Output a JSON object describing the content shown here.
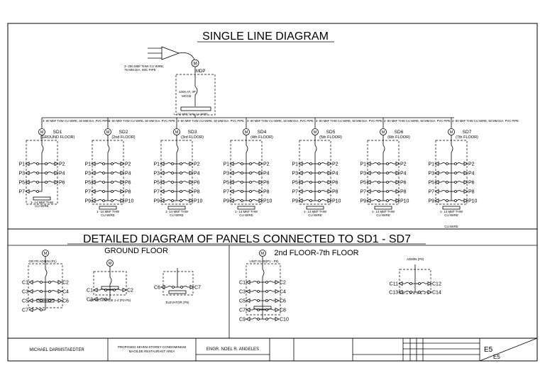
{
  "titles": {
    "main": "SINGLE LINE DIAGRAM",
    "detail": "DETAILED DIAGRAM OF PANELS CONNECTED TO SD1 - SD7",
    "ground": "GROUND FLOOR",
    "upper": "2nd FLOOR-7th FLOOR"
  },
  "service": {
    "wire_line1": "3- 250 MM² THW CU WIRE,",
    "wire_line2": "76 MM DIA. IMC PIPE",
    "mdp": "MDP",
    "breaker_line1": "1000 AT, 3P",
    "breaker_line2": "MCCB",
    "bus": "1- 100 MM² THW CU WIRE",
    "meter_symbol": "M"
  },
  "feeder_wire": "3- 80 MM² THW CU WIRE, 50 MM DIA. PVC PIPE",
  "sd_panels": [
    {
      "name": "SD1",
      "floor": "(GROUND FLOOR)",
      "feeder": "3- 80 MM² THW CU WIRE, 50 MM DIA. PVC PIPE",
      "right_labels": [
        "P2",
        "P4",
        "P6"
      ],
      "left_labels": [
        "P1",
        "P3",
        "P5",
        "P7"
      ],
      "wire": "1- 14 MM² THW CU WIRE"
    },
    {
      "name": "SD2",
      "floor": "(2nd FLOOR)",
      "feeder": "3- 80 MM² THW CU WIRE, 50 MM DIA. PVC PIPE",
      "right_labels": [
        "P2",
        "P4",
        "P6",
        "P8",
        "P10"
      ],
      "left_labels": [
        "P1",
        "P3",
        "P5",
        "P7",
        "P9"
      ],
      "wire": "1- 14 MM² THW CU WIRE"
    },
    {
      "name": "SD3",
      "floor": "(3rd FLOOR)",
      "feeder": "3- 80 MM² THW CU WIRE, 50 MM DIA. PVC PIPE",
      "right_labels": [
        "P2",
        "P4",
        "P6",
        "P8",
        "P10"
      ],
      "left_labels": [
        "P1",
        "P3",
        "P5",
        "P7",
        "P9"
      ],
      "wire": "1- 14 MM² THW CU WIRE"
    },
    {
      "name": "SD4",
      "floor": "(4th FLOOR)",
      "feeder": "3- 80 MM² THW CU WIRE, 50 MM DIA. PVC PIPE",
      "right_labels": [
        "P2",
        "P4",
        "P6",
        "P8",
        "P10"
      ],
      "left_labels": [
        "P1",
        "P3",
        "P5",
        "P7",
        "P9"
      ],
      "wire": "1- 14 MM² THW CU WIRE"
    },
    {
      "name": "SD5",
      "floor": "(5th FLOOR)",
      "feeder": "3- 80 MM² THW CU WIRE, 50 MM DIA. PVC PIPE",
      "right_labels": [
        "P2",
        "P4",
        "P6",
        "P8",
        "P10"
      ],
      "left_labels": [
        "P1",
        "P3",
        "P5",
        "P7",
        "P9"
      ],
      "wire": "1- 14 MM² THW CU WIRE"
    },
    {
      "name": "SD6",
      "floor": "(6th FLOOR)",
      "feeder": "3- 80 MM² THW CU WIRE, 50 MM DIA. PVC PIPE",
      "right_labels": [
        "P2",
        "P4",
        "P6",
        "P8",
        "P10"
      ],
      "left_labels": [
        "P1",
        "P3",
        "P5",
        "P7",
        "P9"
      ],
      "wire": "1- 14 MM² THW CU WIRE"
    },
    {
      "name": "SD7",
      "floor": "(7th FLOOR)",
      "feeder": "3- 80 MM² THW CU WIRE, 50 MM DIA. PVC PIPE",
      "right_labels": [
        "P2",
        "P4",
        "P6",
        "P8",
        "P10"
      ],
      "left_labels": [
        "P1",
        "P3",
        "P5",
        "P7",
        "P9"
      ],
      "wire": "1- 14 MM² THW CU WIRE"
    }
  ],
  "sd7_extra": "CU.WIRE",
  "detail_panels": {
    "admin_p1": {
      "label": "GR FR ADMIN (P1)",
      "left": [
        "C1",
        "C3",
        "C5",
        "C7"
      ],
      "right": [
        "C2",
        "C4",
        "C6"
      ]
    },
    "arcade": {
      "label": "GR FR ARCADE 1-4 (P2-P5)",
      "left": [
        "C1",
        "C3"
      ],
      "right": [
        "C2"
      ]
    },
    "elevator": {
      "label": "ELEVATOR (P6)",
      "left": [
        "C6"
      ],
      "right": [
        "C7"
      ]
    },
    "unit": {
      "label": "UNIT 01-08(P1 - P8)",
      "left": [
        "C1",
        "C3",
        "C5",
        "C7",
        "C9"
      ],
      "right": [
        "C2",
        "C4",
        "C6",
        "C8",
        "C10"
      ]
    },
    "admin_p9": {
      "label": "ADMIN (P9)",
      "left": [
        "C11",
        "C13"
      ],
      "right": [
        "C12",
        "C14"
      ]
    }
  },
  "title_block": {
    "designer": "MICHAEL DARMSTAEDTER",
    "project_line1": "PROPOSED SEVEN-STOREY CONDOMINIUM",
    "project_line2": "MAGILDE RESTAURANT AREA",
    "engineer": "ENGR. NOEL R. ANGELES",
    "sheet": "E5",
    "sheet_bottom": "E5"
  }
}
